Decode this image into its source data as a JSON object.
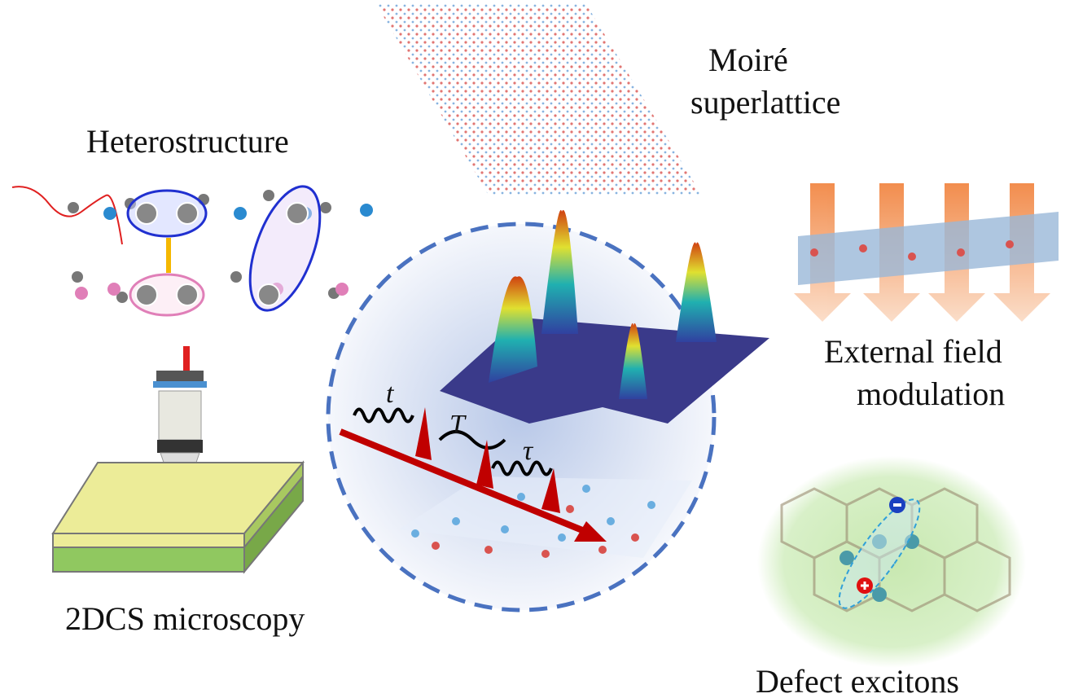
{
  "labels": {
    "moire_line1": "Moiré",
    "moire_line2": "superlattice",
    "heterostructure": "Heterostructure",
    "external_line1": "External field",
    "external_line2": "modulation",
    "microscopy": "2DCS microscopy",
    "defect": "Defect excitons"
  },
  "pulse_labels": {
    "t": "t",
    "T": "T",
    "tau": "τ"
  },
  "colors": {
    "circle_dash": "#4a72c0",
    "arrow_red": "#c00000",
    "atom_blue": "#3a8fd6",
    "atom_red": "#d9534f",
    "atom_pink": "#e07fb8",
    "field_orange": "#f08a40",
    "defect_green": "#b8e0a0"
  }
}
